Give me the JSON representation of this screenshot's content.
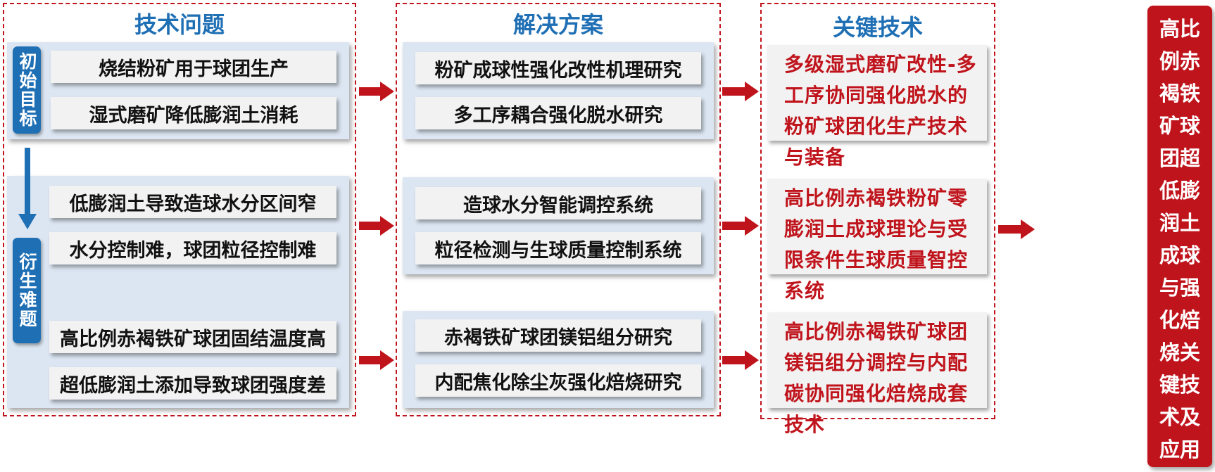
{
  "columns": {
    "problems": {
      "title": "技术问题"
    },
    "solutions": {
      "title": "解决方案"
    },
    "key_tech": {
      "title": "关键技术"
    }
  },
  "labels": {
    "initial": "初始目标",
    "derived": "衍生难题"
  },
  "problems": [
    "烧结粉矿用于球团生产",
    "湿式磨矿降低膨润土消耗",
    "低膨润土导致造球水分区间窄",
    "水分控制难，球团粒径控制难",
    "高比例赤褐铁矿球团固结温度高",
    "超低膨润土添加导致球团强度差"
  ],
  "solutions": [
    "粉矿成球性强化改性机理研究",
    "多工序耦合强化脱水研究",
    "造球水分智能调控系统",
    "粒径检测与生球质量控制系统",
    "赤褐铁矿球团镁铝组分研究",
    "内配焦化除尘灰强化焙烧研究"
  ],
  "key_tech": [
    "多级湿式磨矿改性-多工序协同强化脱水的粉矿球团化生产技术与装备",
    "高比例赤褐铁粉矿零膨润土成球理论与受限条件生球质量智控系统",
    "高比例赤褐铁矿球团镁铝组分调控与内配碳协同强化焙烧成套技术"
  ],
  "final": "高比例赤褐铁矿球团超低膨润土成球与强化焙烧关键技术及应用",
  "colors": {
    "blue": "#1f6fb5",
    "red": "#c0141c",
    "panel": "#dce6f2",
    "box": "#f2f2f2"
  }
}
